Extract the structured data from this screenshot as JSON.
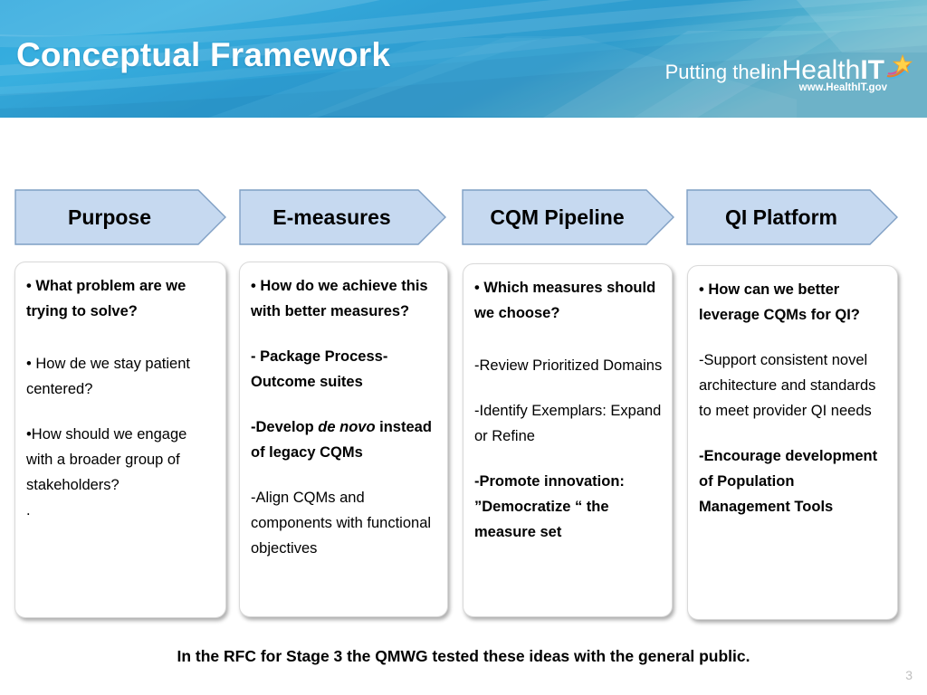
{
  "slide": {
    "title": "Conceptual Framework",
    "page_number": "3",
    "caption": "In the RFC for Stage 3 the QMWG tested these ideas with the general public.",
    "background_color": "#ffffff"
  },
  "header": {
    "gradient_from": "#2fa8dd",
    "gradient_to": "#7cc3cf",
    "title_color": "#ffffff",
    "logo": {
      "prefix": "Putting the",
      "letter_i": "I",
      "middle": "in",
      "word_health": "Health",
      "word_it": "IT",
      "star_icon": "star-icon",
      "url": "www.HealthIT.gov"
    }
  },
  "arrows": {
    "fill_color": "#c6d9f0",
    "stroke_color": "#7f9fc4",
    "items": [
      {
        "label": "Purpose"
      },
      {
        "label": "E-measures"
      },
      {
        "label": "CQM Pipeline"
      },
      {
        "label": "QI Platform"
      }
    ]
  },
  "columns": [
    {
      "key": "purpose",
      "heading": "Purpose",
      "blocks": [
        {
          "text": "•  What problem are we trying to solve?",
          "bold": true
        },
        {
          "text": "",
          "spacer": "lg"
        },
        {
          "text": "• How de we stay patient centered?",
          "bold": false
        },
        {
          "text": "",
          "spacer": "md"
        },
        {
          "text": "•How should we engage with a broader group of stakeholders?",
          "bold": false
        },
        {
          "text": ".",
          "bold": false
        }
      ]
    },
    {
      "key": "e-measures",
      "heading": "E-measures",
      "blocks": [
        {
          "text": "• How do we achieve this with better measures?",
          "bold": true
        },
        {
          "text": "",
          "spacer": "md"
        },
        {
          "text": "- Package Process-Outcome suites",
          "bold": true
        },
        {
          "text": "",
          "spacer": "md"
        },
        {
          "text_pre": "-Develop ",
          "text_italic": "de novo",
          "text_post": " instead of legacy CQMs",
          "bold": true
        },
        {
          "text": "",
          "spacer": "md"
        },
        {
          "text": "-Align CQMs and components with functional objectives",
          "bold": false
        }
      ]
    },
    {
      "key": "cqm-pipeline",
      "heading": "CQM Pipeline",
      "blocks": [
        {
          "text": "• Which measures should we choose?",
          "bold": true
        },
        {
          "text": "",
          "spacer": "lg"
        },
        {
          "text": "-Review Prioritized Domains",
          "bold": false
        },
        {
          "text": "",
          "spacer": "md"
        },
        {
          "text": "-Identify Exemplars: Expand or Refine",
          "bold": false
        },
        {
          "text": "",
          "spacer": "md"
        },
        {
          "text": "-Promote innovation: ”Democratize “ the measure set",
          "bold": true
        }
      ]
    },
    {
      "key": "qi-platform",
      "heading": "QI Platform",
      "blocks": [
        {
          "text": "• How can we better leverage CQMs for QI?",
          "bold": true
        },
        {
          "text": "",
          "spacer": "md"
        },
        {
          "text": "-Support consistent novel architecture and standards to meet provider QI needs",
          "bold": false
        },
        {
          "text": "",
          "spacer": "md"
        },
        {
          "text": "-Encourage development of Population Management Tools",
          "bold": true
        }
      ]
    }
  ]
}
